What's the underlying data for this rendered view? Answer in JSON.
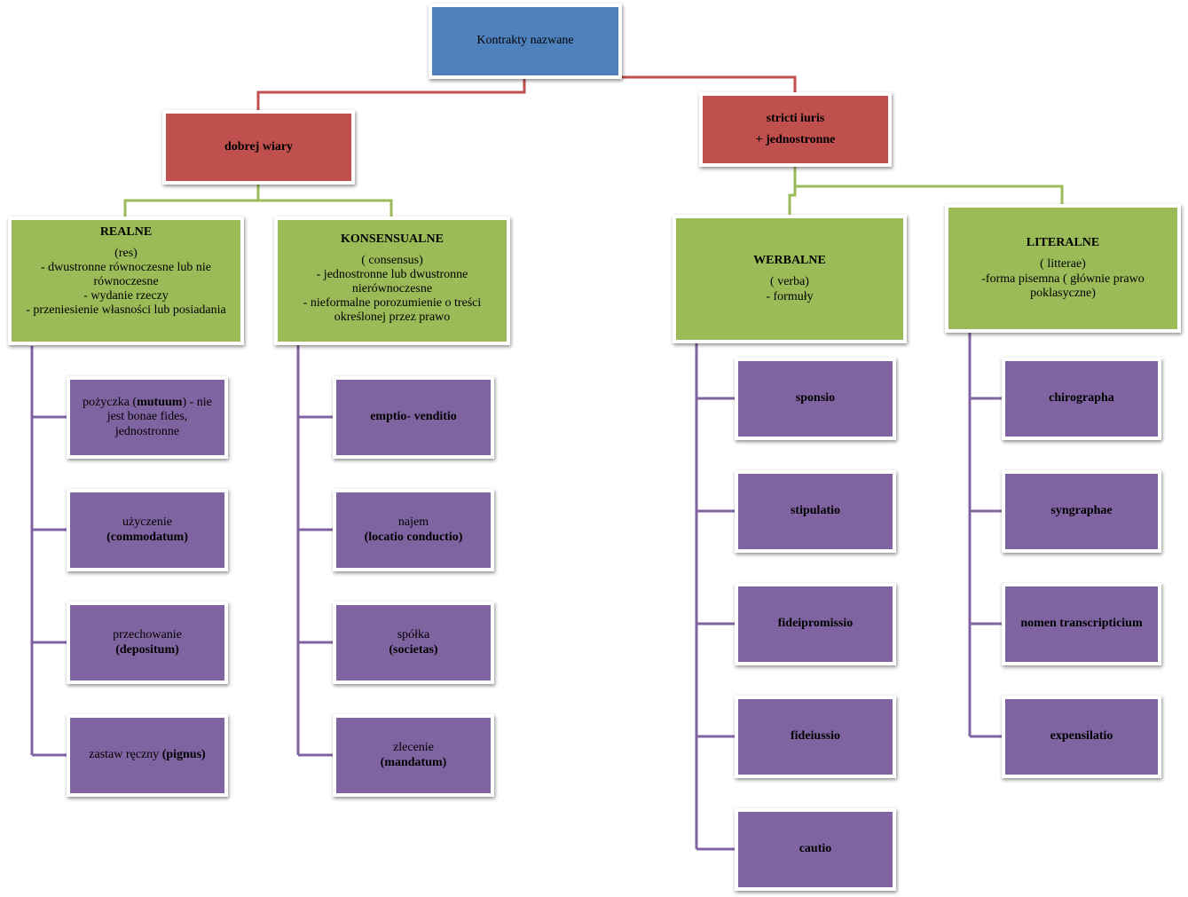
{
  "root": {
    "label": "Kontrakty nazwane"
  },
  "dobrej": {
    "label": "dobrej wiary"
  },
  "stricti": {
    "line1": "stricti iuris",
    "line2": "+  jednostronne"
  },
  "realne": {
    "title": "REALNE",
    "lines": [
      "(res)",
      "- dwustronne równoczesne lub nie równoczesne",
      "- wydanie rzeczy",
      "- przeniesienie własności lub posiadania"
    ]
  },
  "konsensualne": {
    "title": "KONSENSUALNE",
    "lines": [
      "( consensus)",
      "- jednostronne lub dwustronne nierównoczesne",
      "- nieformalne porozumienie o treści określonej przez prawo"
    ]
  },
  "werbalne": {
    "title": "WERBALNE",
    "lines": [
      "( verba)",
      "- formuły"
    ]
  },
  "literalne": {
    "title": "LITERALNE",
    "lines": [
      "( litterae)",
      "-forma pisemna ( głównie prawo poklasyczne)"
    ]
  },
  "realne_items": [
    {
      "a": "pożyczka (",
      "b": "mutuum",
      "c": ") - nie jest bonae fides, jednostronne"
    },
    {
      "a": "użyczenie",
      "b": "(commodatum)"
    },
    {
      "a": "przechowanie",
      "b": "(depositum)"
    },
    {
      "a": "zastaw ręczny ",
      "b": "(pignus)"
    }
  ],
  "konsensualne_items": [
    {
      "b": "emptio- venditio"
    },
    {
      "a": "najem",
      "b": "(locatio conductio)"
    },
    {
      "a": "spółka",
      "b": "(societas)"
    },
    {
      "a": "zlecenie",
      "b": "(mandatum)"
    }
  ],
  "werbalne_items": [
    "sponsio",
    "stipulatio",
    "fideipromissio",
    "fideiussio",
    "cautio"
  ],
  "literalne_items": [
    "chirographa",
    "syngraphae",
    "nomen transcripticium",
    "expensilatio"
  ]
}
